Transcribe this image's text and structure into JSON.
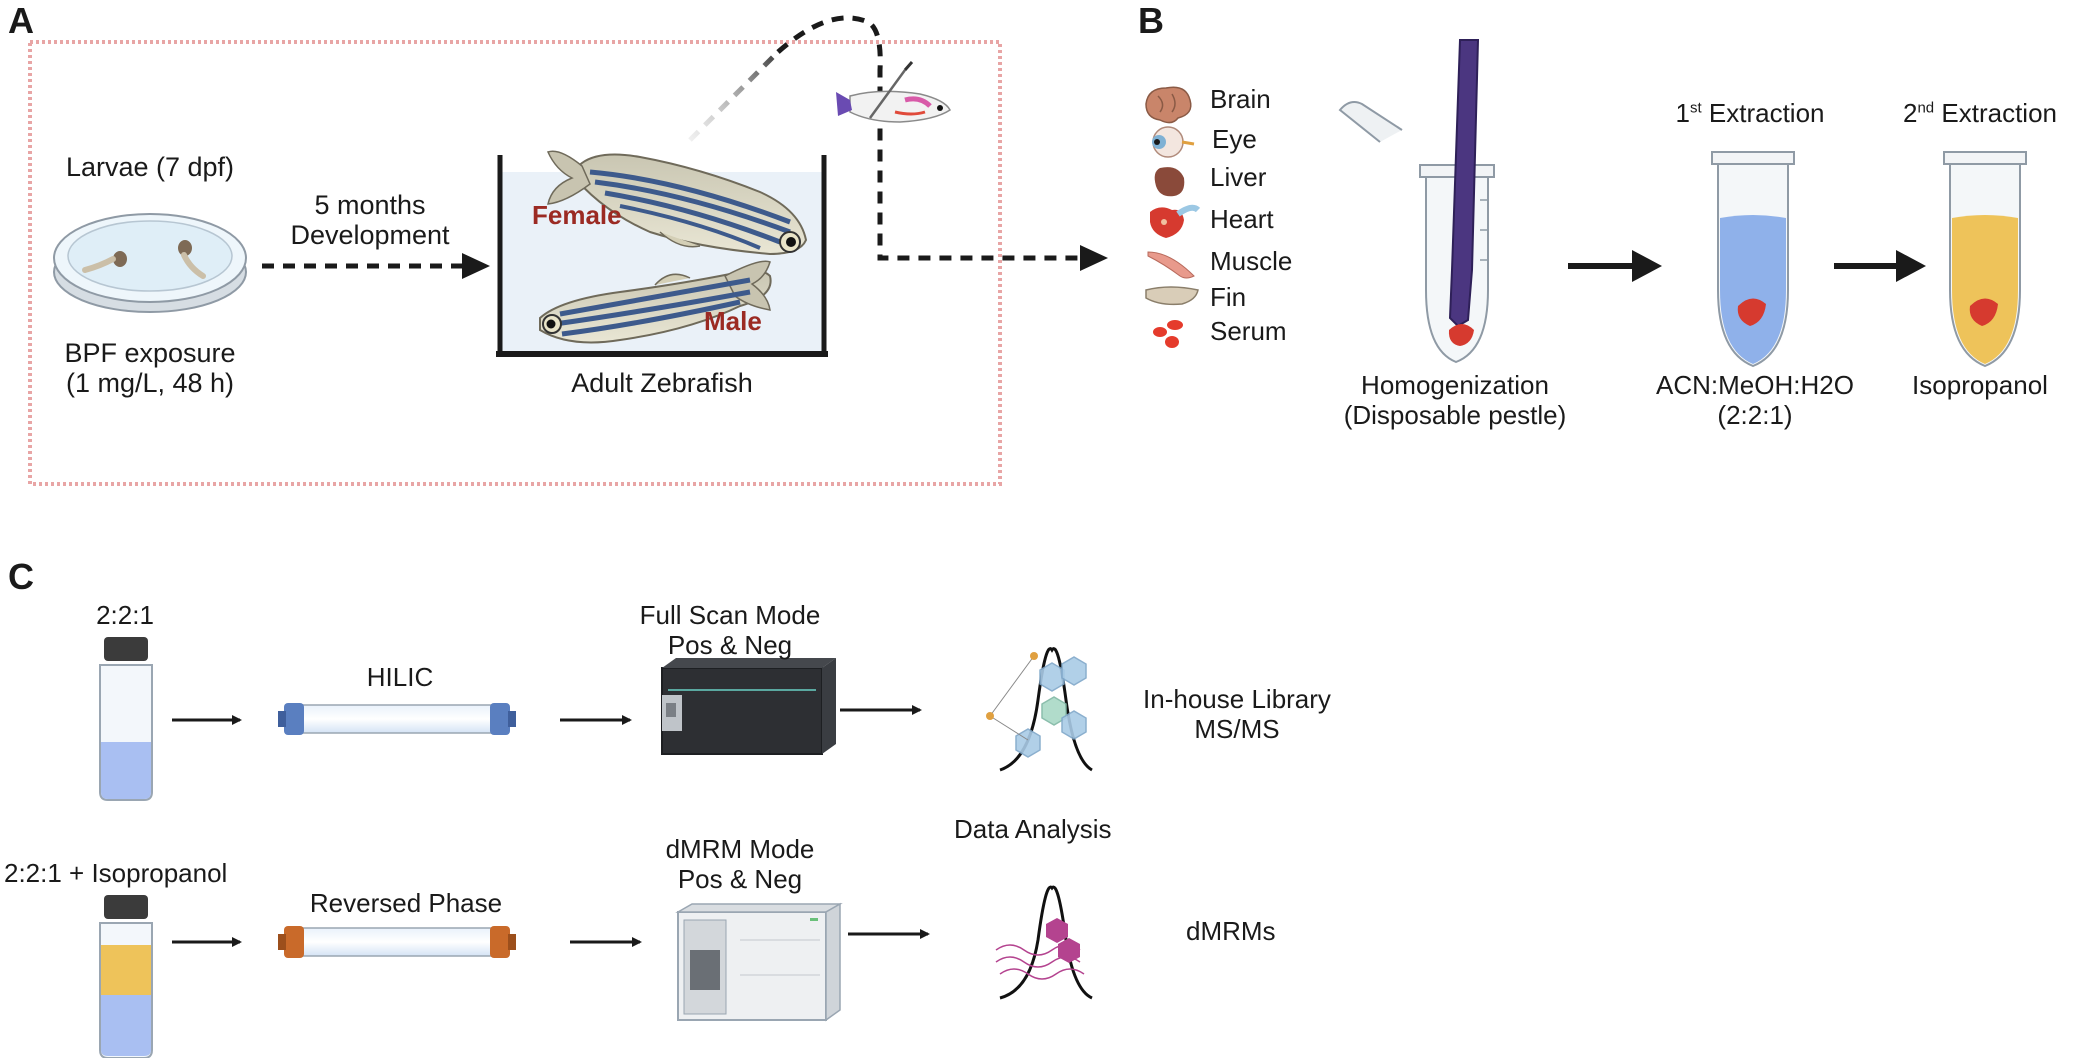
{
  "panels": {
    "a": "A",
    "b": "B",
    "c": "C"
  },
  "panel_a": {
    "larvae_title": "Larvae (7 dpf)",
    "exposure_line1": "BPF exposure",
    "exposure_line2": "(1 mg/L, 48 h)",
    "development_line1": "5 months",
    "development_line2": "Development",
    "female": "Female",
    "male": "Male",
    "tank_caption": "Adult Zebrafish"
  },
  "panel_b": {
    "tissues": [
      {
        "label": "Brain",
        "icon": "brain-icon",
        "color": "#c9856a"
      },
      {
        "label": "Eye",
        "icon": "eye-icon",
        "color": "#7fb1d4"
      },
      {
        "label": "Liver",
        "icon": "liver-icon",
        "color": "#8a4a3a"
      },
      {
        "label": "Heart",
        "icon": "heart-icon",
        "color": "#d63a2f"
      },
      {
        "label": "Muscle",
        "icon": "muscle-icon",
        "color": "#e89a8c"
      },
      {
        "label": "Fin",
        "icon": "fin-icon",
        "color": "#d9cdb8"
      },
      {
        "label": "Serum",
        "icon": "serum-icon",
        "color": "#e53b2c"
      }
    ],
    "homogenization_line1": "Homogenization",
    "homogenization_line2": "(Disposable pestle)",
    "first_prefix": "1",
    "first_sup": "st",
    "first_suffix": " Extraction",
    "second_prefix": "2",
    "second_sup": "nd",
    "second_suffix": " Extraction",
    "solvent1_line1": "ACN:MeOH:H2O",
    "solvent1_line2": "(2:2:1)",
    "solvent2": "Isopropanol"
  },
  "panel_c": {
    "row1_sample": "2:2:1",
    "row1_column": "HILIC",
    "row1_mode_line1": "Full Scan Mode",
    "row1_mode_line2": "Pos & Neg",
    "row1_result_line1": "In-house  Library",
    "row1_result_line2": "MS/MS",
    "data_analysis": "Data Analysis",
    "row2_sample": "2:2:1 + Isopropanol",
    "row2_column": "Reversed Phase",
    "row2_mode_line1": "dMRM Mode",
    "row2_mode_line2": "Pos & Neg",
    "row2_result": "dMRMs"
  },
  "colors": {
    "border_pink": "#e8a5a5",
    "dark_arrow": "#1a1a1a",
    "tube_blue": "#8fb1ea",
    "tube_yellow": "#eec35a",
    "hilic_blue": "#5a7fc0",
    "rp_orange": "#c96a2a",
    "pestle_purple": "#4b3680",
    "tissue_red": "#d63a2f",
    "hex_blue": "#a9cbe6",
    "hex_magenta": "#b4438f"
  }
}
